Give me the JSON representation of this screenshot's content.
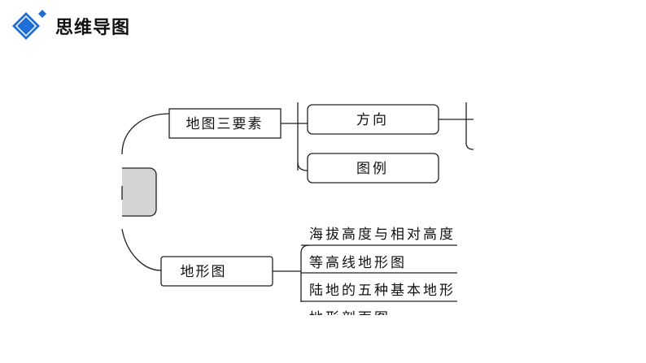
{
  "header": {
    "title": "思维导图",
    "icon": "diamond-icon",
    "accent": "#1f6fd6"
  },
  "mindmap": {
    "center_fill": "#d4d4d4",
    "branch_1": {
      "label": "地图三要素",
      "children": [
        "方向",
        "图例"
      ]
    },
    "branch_2": {
      "label": "地形图",
      "children": [
        "海拔高度与相对高度",
        "等高线地形图",
        "陆地的五种基本地形",
        "地形剖面图"
      ]
    }
  }
}
